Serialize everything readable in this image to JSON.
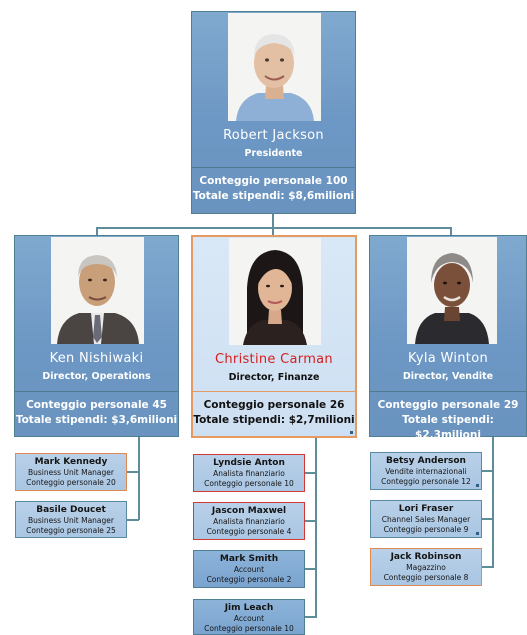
{
  "root": {
    "name": "Robert  Jackson",
    "title": "Presidente",
    "headcount": "Conteggio personale 100",
    "salary": "Totale stipendi:  $8,6milioni"
  },
  "managers": [
    {
      "name": "Ken Nishiwaki",
      "title": "Director, Operations",
      "headcount": "Conteggio personale 45",
      "salary": "Totale stipendi: $3,6milioni"
    },
    {
      "name": "Christine Carman",
      "title": "Director, Finanze",
      "headcount": "Conteggio personale 26",
      "salary": "Totale stipendi: $2,7milioni"
    },
    {
      "name": "Kyla Winton",
      "title": "Director, Vendite",
      "headcount": "Conteggio personale 29",
      "salary": "Totale stipendi: $2,3milioni"
    }
  ],
  "reports_ken": [
    {
      "name": "Mark Kennedy",
      "title": "Business Unit Manager",
      "count": "Conteggio personale 20"
    },
    {
      "name": "Basile  Doucet",
      "title": "Business Unit Manager",
      "count": "Conteggio personale 25"
    }
  ],
  "reports_christine": [
    {
      "name": "Lyndsie Anton",
      "title": "Analista finanziario",
      "count": "Conteggio personale 10"
    },
    {
      "name": "Jascon Maxwel",
      "title": "Analista finanziario",
      "count": "Conteggio personale 4"
    },
    {
      "name": "Mark Smith",
      "title": "Account",
      "count": "Conteggio personale 2"
    },
    {
      "name": "Jim Leach",
      "title": "Account",
      "count": "Conteggio personale 10"
    }
  ],
  "reports_kyla": [
    {
      "name": "Betsy Anderson",
      "title": "Vendite internazionali",
      "count": "Conteggio personale 12"
    },
    {
      "name": "Lori  Fraser",
      "title": "Channel Sales Manager",
      "count": "Conteggio personale 9"
    },
    {
      "name": "Jack Robinson",
      "title": "Magazzino",
      "count": "Conteggio personale 8"
    }
  ],
  "colors": {
    "card": "#6d97c4",
    "selected_border": "#e59a62",
    "selected_name": "#d6201d",
    "connector": "#5e8d99"
  }
}
